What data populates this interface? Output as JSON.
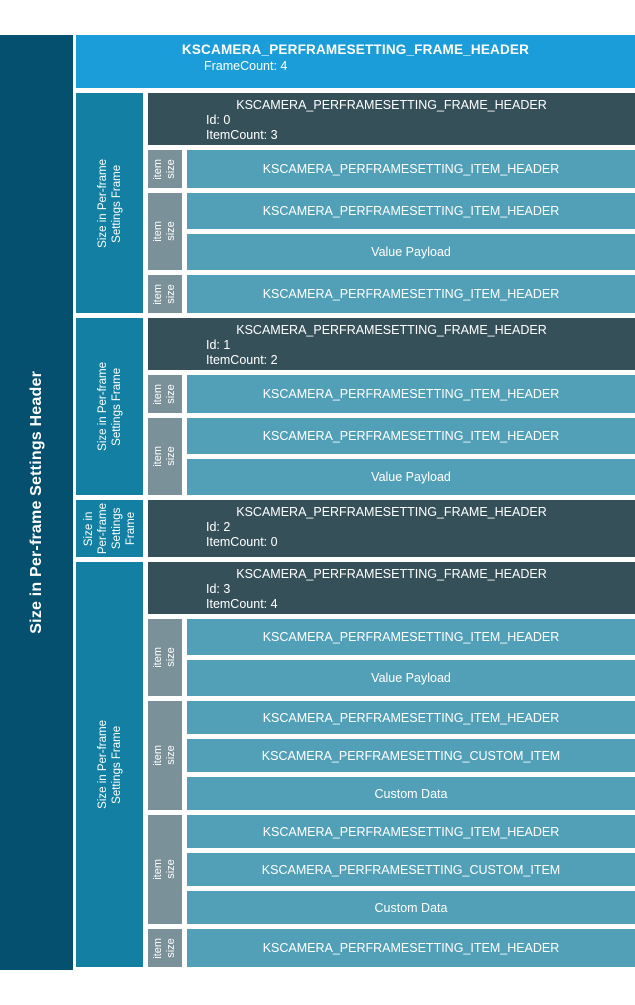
{
  "banner": {
    "label": "Size in Per-frame Settings Header"
  },
  "top_header": {
    "title": "KSCAMERA_PERFRAMESETTING_FRAME_HEADER",
    "subtitle": "FrameCount: 4"
  },
  "labels": {
    "size_col_label": "Size in Per-frame\nSettings Frame",
    "size_col_label_short": "Size in\nPer-frame\nSettings\nFrame",
    "item_size_label": "item\nsize"
  },
  "frames": [
    {
      "header_title": "KSCAMERA_PERFRAMESETTING_FRAME_HEADER",
      "id_text": "Id: 0",
      "itemcount_text": "ItemCount: 3",
      "size_label": "Size in Per-frame\nSettings Frame",
      "items": [
        {
          "label": "item\nsize",
          "rows": [
            "KSCAMERA_PERFRAMESETTING_ITEM_HEADER"
          ]
        },
        {
          "label": "item\nsize",
          "rows": [
            "KSCAMERA_PERFRAMESETTING_ITEM_HEADER",
            "Value Payload"
          ]
        },
        {
          "label": "item\nsize",
          "rows": [
            "KSCAMERA_PERFRAMESETTING_ITEM_HEADER"
          ]
        }
      ]
    },
    {
      "header_title": "KSCAMERA_PERFRAMESETTING_FRAME_HEADER",
      "id_text": "Id: 1",
      "itemcount_text": "ItemCount: 2",
      "size_label": "Size in Per-frame\nSettings Frame",
      "items": [
        {
          "label": "item\nsize",
          "rows": [
            "KSCAMERA_PERFRAMESETTING_ITEM_HEADER"
          ]
        },
        {
          "label": "item\nsize",
          "rows": [
            "KSCAMERA_PERFRAMESETTING_ITEM_HEADER",
            "Value Payload"
          ]
        }
      ]
    },
    {
      "header_title": "KSCAMERA_PERFRAMESETTING_FRAME_HEADER",
      "id_text": "Id: 2",
      "itemcount_text": "ItemCount: 0",
      "size_label": "Size in\nPer-frame\nSettings\nFrame",
      "items": []
    },
    {
      "header_title": "KSCAMERA_PERFRAMESETTING_FRAME_HEADER",
      "id_text": "Id: 3",
      "itemcount_text": "ItemCount: 4",
      "size_label": "Size in Per-frame\nSettings Frame",
      "items": [
        {
          "label": "item\nsize",
          "rows": [
            "KSCAMERA_PERFRAMESETTING_ITEM_HEADER",
            "Value Payload"
          ]
        },
        {
          "label": "item\nsize",
          "rows": [
            "KSCAMERA_PERFRAMESETTING_ITEM_HEADER",
            "KSCAMERA_PERFRAMESETTING_CUSTOM_ITEM",
            "Custom Data"
          ]
        },
        {
          "label": "item\nsize",
          "rows": [
            "KSCAMERA_PERFRAMESETTING_ITEM_HEADER",
            "KSCAMERA_PERFRAMESETTING_CUSTOM_ITEM",
            "Custom Data"
          ]
        },
        {
          "label": "item\nsize",
          "rows": [
            "KSCAMERA_PERFRAMESETTING_ITEM_HEADER"
          ]
        }
      ]
    }
  ],
  "colors": {
    "banner_navy": "#04506e",
    "header_blue": "#1b9dd9",
    "size_col_teal": "#1380a3",
    "frame_header_slate": "#36505a",
    "item_label_gray": "#7b9199",
    "item_row_teal": "#52a0b8",
    "text_white": "#ffffff",
    "background": "#ffffff"
  }
}
